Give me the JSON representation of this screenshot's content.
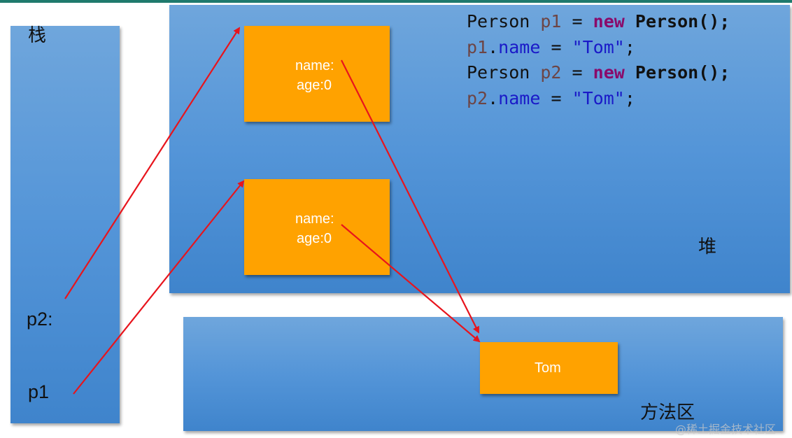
{
  "regions": {
    "stack": "栈",
    "heap": "堆",
    "method_area": "方法区"
  },
  "stack_vars": {
    "p2": "p2:",
    "p1": "p1"
  },
  "objects": [
    {
      "name_field": "name:",
      "age_field": "age:0"
    },
    {
      "name_field": "name:",
      "age_field": "age:0"
    }
  ],
  "string_constant": "Tom",
  "code": {
    "line1": {
      "type": "Person",
      "var": "p1",
      "op": "=",
      "kw": "new",
      "ctor": "Person();"
    },
    "line2": {
      "var": "p1",
      "dot": ".",
      "field": "name",
      "op": "=",
      "str": "\"Tom\"",
      "end": ";"
    },
    "line3": {
      "type": "Person",
      "var": "p2",
      "op": "=",
      "kw": "new",
      "ctor": "Person();"
    },
    "line4": {
      "var": "p2",
      "dot": ".",
      "field": "name",
      "op": "=",
      "str": "\"Tom\"",
      "end": ";"
    }
  },
  "watermark": "@稀土掘金技术社区",
  "colors": {
    "region": "#5495d8",
    "object": "#ffa200",
    "arrow": "#e8141c",
    "keyword": "#8a0a6a",
    "string": "#1a1ac8"
  }
}
